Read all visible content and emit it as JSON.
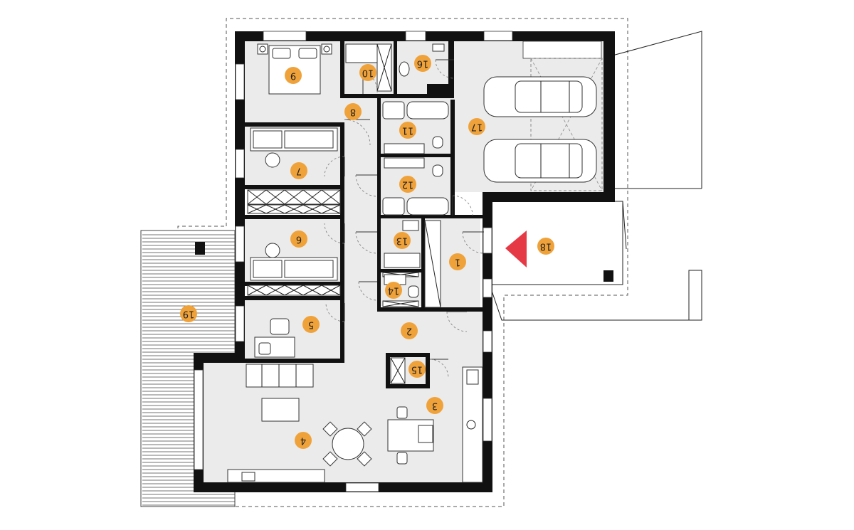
{
  "colors": {
    "badge": "#f0a23a",
    "entry_arrow": "#e63946",
    "wall": "#111111",
    "floor": "#ebebeb"
  },
  "rooms": [
    {
      "id": "room-1",
      "label": "1"
    },
    {
      "id": "room-2",
      "label": "2"
    },
    {
      "id": "room-3",
      "label": "3"
    },
    {
      "id": "room-4",
      "label": "4"
    },
    {
      "id": "room-5",
      "label": "5"
    },
    {
      "id": "room-6",
      "label": "6"
    },
    {
      "id": "room-7",
      "label": "7"
    },
    {
      "id": "room-8",
      "label": "8"
    },
    {
      "id": "room-9",
      "label": "9"
    },
    {
      "id": "room-10",
      "label": "10"
    },
    {
      "id": "room-11",
      "label": "11"
    },
    {
      "id": "room-12",
      "label": "12"
    },
    {
      "id": "room-13",
      "label": "13"
    },
    {
      "id": "room-14",
      "label": "14"
    },
    {
      "id": "room-15",
      "label": "15"
    },
    {
      "id": "room-16",
      "label": "16"
    },
    {
      "id": "room-17",
      "label": "17"
    },
    {
      "id": "room-18",
      "label": "18"
    },
    {
      "id": "room-19",
      "label": "19"
    }
  ],
  "icons": {
    "entrance": "entry-arrow-icon"
  }
}
